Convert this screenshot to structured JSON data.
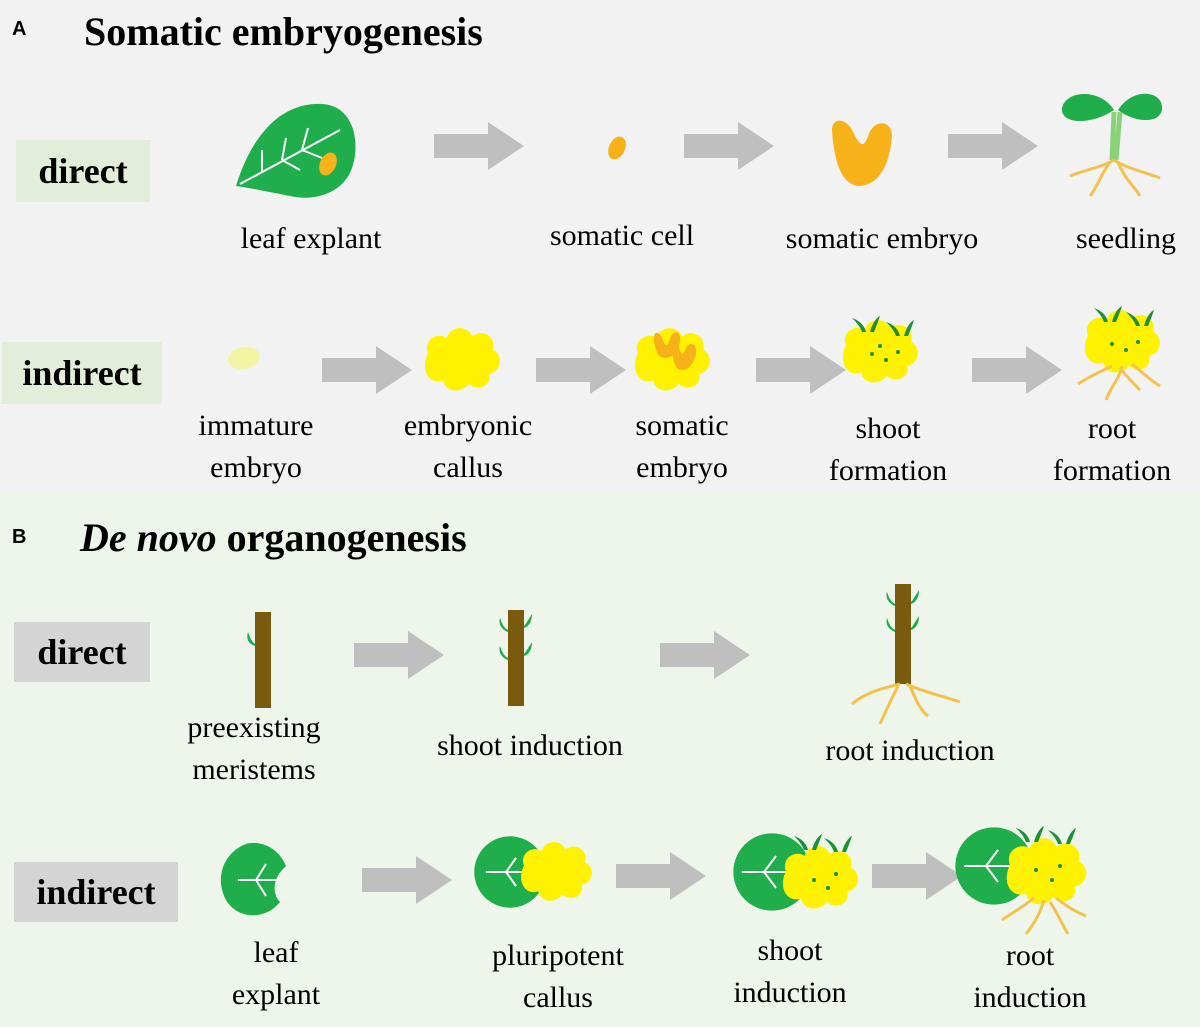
{
  "panel_a": {
    "letter": "A",
    "title": "Somatic embryogenesis",
    "direct": {
      "label": "direct",
      "stages": [
        "leaf explant",
        "somatic cell",
        "somatic embryo",
        "seedling"
      ]
    },
    "indirect": {
      "label": "indirect",
      "stages": [
        {
          "line1": "immature",
          "line2": "embryo"
        },
        {
          "line1": "embryonic",
          "line2": "callus"
        },
        {
          "line1": "somatic",
          "line2": "embryo"
        },
        {
          "line1": "shoot",
          "line2": "formation"
        },
        {
          "line1": "root",
          "line2": "formation"
        }
      ]
    }
  },
  "panel_b": {
    "letter": "B",
    "title_italic": "De novo",
    "title_rest": " organogenesis",
    "direct": {
      "label": "direct",
      "stages": [
        {
          "line1": "preexisting",
          "line2": "meristems"
        },
        {
          "line1": "shoot induction"
        },
        {
          "line1": "root induction"
        }
      ]
    },
    "indirect": {
      "label": "indirect",
      "stages": [
        {
          "line1": "leaf",
          "line2": "explant"
        },
        {
          "line1": "pluripotent",
          "line2": "callus"
        },
        {
          "line1": "shoot",
          "line2": "induction"
        },
        {
          "line1": "root",
          "line2": "induction"
        }
      ]
    }
  },
  "colors": {
    "panel_a_bg": "#f2f2f2",
    "panel_b_bg": "#eef5ea",
    "leaf": "#1fae4b",
    "embryo_orange": "#f7b21a",
    "callus_yellow": "#fff200",
    "root": "#f2c14e",
    "stem": "#7a5a0c",
    "arrow": "#bfbfbf"
  }
}
